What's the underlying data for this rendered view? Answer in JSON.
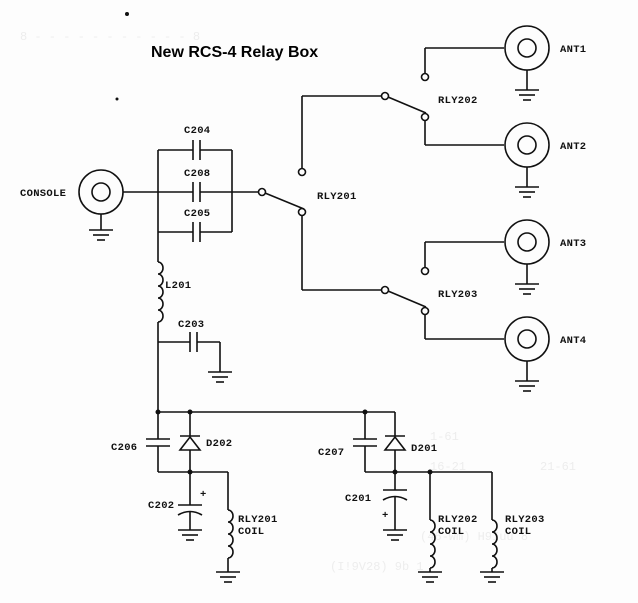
{
  "title": "New RCS-4 Relay Box",
  "labels": {
    "console": "CONSOLE",
    "c204": "C204",
    "c208": "C208",
    "c205": "C205",
    "l201": "L201",
    "c203": "C203",
    "rly201": "RLY201",
    "rly202": "RLY202",
    "rly203": "RLY203",
    "ant1": "ANT1",
    "ant2": "ANT2",
    "ant3": "ANT3",
    "ant4": "ANT4",
    "c206": "C206",
    "d202": "D202",
    "c202": "C202",
    "rly201_coil_1": "RLY201",
    "rly201_coil_2": "COIL",
    "c207": "C207",
    "d201": "D201",
    "c201": "C201",
    "rly202_coil_1": "RLY202",
    "rly202_coil_2": "COIL",
    "rly203_coil_1": "RLY203",
    "rly203_coil_2": "COIL",
    "plus_c202": "+",
    "plus_c201": "+"
  }
}
